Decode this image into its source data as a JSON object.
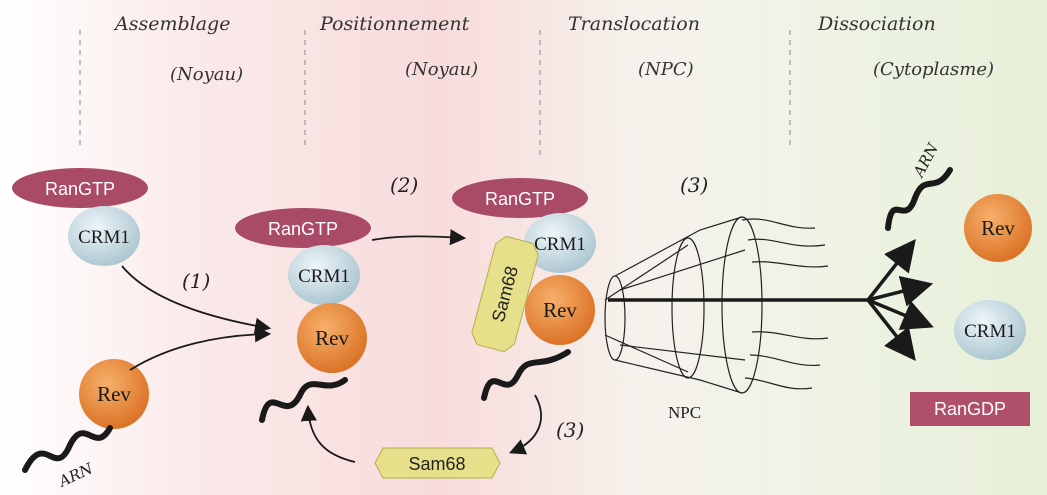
{
  "stages": [
    {
      "title": "Assemblage",
      "location": "(Noyau)"
    },
    {
      "title": "Positionnement",
      "location": "(Noyau)"
    },
    {
      "title": "Translocation",
      "location": "(NPC)"
    },
    {
      "title": "Dissociation",
      "location": "(Cytoplasme)"
    }
  ],
  "steps": {
    "one": "(1)",
    "two": "(2)",
    "three_top": "(3)",
    "three_bottom": "(3)"
  },
  "molecules": {
    "ran_gtp": "RanGTP",
    "ran_gdp": "RanGDP",
    "crm1": "CRM1",
    "rev": "Rev",
    "sam68": "Sam68",
    "arn": "ARN",
    "npc": "NPC"
  },
  "colors": {
    "ran_gtp": "#a94a66",
    "ran_gdp": "#b04f6a",
    "crm1": "#c8dbe3",
    "rev": "#e8883a",
    "sam68": "#e6e08a",
    "nucleus_tint": "#f8dcdc",
    "cytoplasm_tint": "#e7efd8"
  }
}
